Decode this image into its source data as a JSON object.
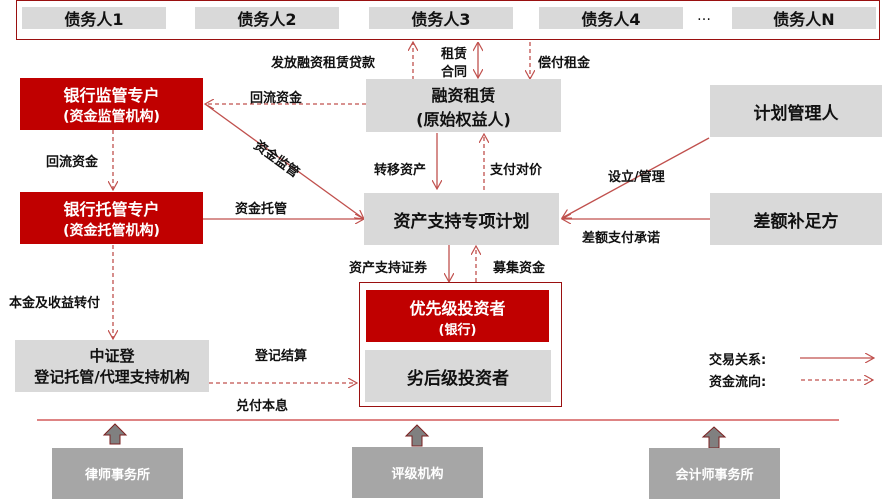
{
  "debtors": {
    "items": [
      "债务人1",
      "债务人2",
      "债务人3",
      "债务人4",
      "债务人N"
    ],
    "ellipsis": "…"
  },
  "nodes": {
    "bank_supervision": {
      "title": "银行监管专户",
      "subtitle": "(资金监管机构)"
    },
    "bank_custody": {
      "title": "银行托管专户",
      "subtitle": "(资金托管机构)"
    },
    "financial_leasing": {
      "title": "融资租赁",
      "subtitle": "(原始权益人)"
    },
    "abs_plan": {
      "title": "资产支持专项计划"
    },
    "plan_manager": {
      "title": "计划管理人"
    },
    "shortfall_provider": {
      "title": "差额补足方"
    },
    "csdc": {
      "title": "中证登",
      "subtitle": "登记托管/代理支持机构"
    },
    "senior_investor": {
      "title": "优先级投资者",
      "subtitle": "(银行)"
    },
    "junior_investor": {
      "title": "劣后级投资者"
    },
    "law_firm": {
      "title": "律师事务所"
    },
    "rating_agency": {
      "title": "评级机构"
    },
    "accounting_firm": {
      "title": "会计师事务所"
    }
  },
  "edge_labels": {
    "issue_loans": "发放融资租赁贷款",
    "lease_contract_1": "租赁",
    "lease_contract_2": "合同",
    "repay_rent": "偿付租金",
    "return_funds_top": "回流资金",
    "fund_supervision": "资金监管",
    "return_funds_left": "回流资金",
    "fund_custody": "资金托管",
    "transfer_assets": "转移资产",
    "pay_consideration": "支付对价",
    "establish_manage": "设立/管理",
    "shortfall_commitment": "差额支付承诺",
    "abs_securities": "资产支持证券",
    "raise_funds": "募集资金",
    "principal_income_transfer": "本金及收益转付",
    "registration_settlement": "登记结算",
    "pay_principal_interest": "兑付本息"
  },
  "legend": {
    "transaction": "交易关系:",
    "fund_flow": "资金流向:"
  },
  "colors": {
    "accent_red": "#c00000",
    "line_red": "#c0504d",
    "box_gray": "#d9d9d9",
    "ext_gray": "#a6a6a6",
    "frame_red": "#9a1010"
  }
}
